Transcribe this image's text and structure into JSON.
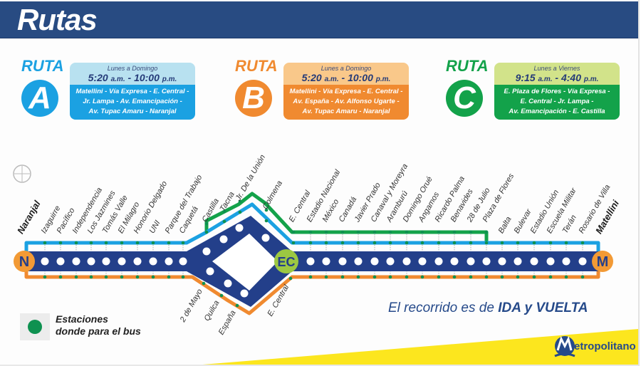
{
  "header": {
    "title": "Rutas"
  },
  "routes": [
    {
      "id": "A",
      "label": "RUTA",
      "letter": "A",
      "color": "#1ba1e2",
      "light_color": "#b8e1f0",
      "days": "Lunes a Domingo",
      "start": "5:20",
      "start_suffix": "a.m.",
      "end": "10:00",
      "end_suffix": "p.m.",
      "path_lines": [
        "Matellini - Vía Expresa - E. Central -",
        "Jr. Lampa - Av. Emancipación -",
        "Av. Tupac Amaru - Naranjal"
      ]
    },
    {
      "id": "B",
      "label": "RUTA",
      "letter": "B",
      "color": "#f08a30",
      "light_color": "#f9c88a",
      "days": "Lunes a Domingo",
      "start": "5:20",
      "start_suffix": "a.m.",
      "end": "10:00",
      "end_suffix": "p.m.",
      "path_lines": [
        "Matellini - Vía Expresa - E. Central -",
        "Av. España - Av. Alfonso Ugarte -",
        "Av. Tupac Amaru - Naranjal"
      ]
    },
    {
      "id": "C",
      "label": "RUTA",
      "letter": "C",
      "color": "#13a24a",
      "light_color": "#d2e38a",
      "days": "Lunes a Viernes",
      "start": "9:15",
      "start_suffix": "a.m.",
      "end": "4:40",
      "end_suffix": "p.m.",
      "path_lines": [
        "E. Plaza de Flores - Vía Expresa -",
        "E. Central - Jr. Lampa -",
        "Av. Emancipación - E. Castilla"
      ]
    }
  ],
  "map": {
    "terminals": {
      "north": {
        "name": "Naranjal",
        "badge": "N"
      },
      "south": {
        "name": "Matellini",
        "badge": "M"
      },
      "central": {
        "badge": "EC"
      }
    },
    "west_stations": [
      "Izaguirre",
      "Pacífico",
      "Independencia",
      "Los Jazmines",
      "Tomás Valle",
      "El Milagro",
      "Honorio Delgado",
      "UNI",
      "Parque del Trabajo",
      "Caquetá"
    ],
    "upper_loop_stations": [
      "Castilla",
      "Tacna",
      "Jr. De la Unión",
      "Colmena"
    ],
    "lower_loop_stations": [
      "2 de Mayo",
      "Quilca",
      "España",
      "E. Central"
    ],
    "east_stations": [
      "E. Central",
      "Estadio Nacional",
      "México",
      "Canadá",
      "Javier Prado",
      "Canaval y Moreyra",
      "Aramburú",
      "Domingo Orué",
      "Angamos",
      "Ricardo Palma",
      "Benavides",
      "28 de Julio",
      "Plaza de Flores",
      "Balta",
      "Bulevar",
      "Estadio Unión",
      "Escuela Militar",
      "Terán",
      "Rosario de Villa"
    ],
    "colors": {
      "trunk": "#233f8a",
      "route_a": "#1ba1e2",
      "route_b": "#f08a30",
      "route_c": "#13a24a",
      "stop_dot": "#0e9150",
      "terminal_badge": "#f29a35",
      "central_badge": "#9cc842"
    }
  },
  "legend": {
    "line1": "Estaciones",
    "line2": "donde para el bus"
  },
  "tagline": {
    "prefix": "El recorrido  es de ",
    "emphasis": "IDA y VUELTA"
  },
  "logo": {
    "text": "etropolitano",
    "initial": "M"
  },
  "compass_icon": "compass-icon"
}
